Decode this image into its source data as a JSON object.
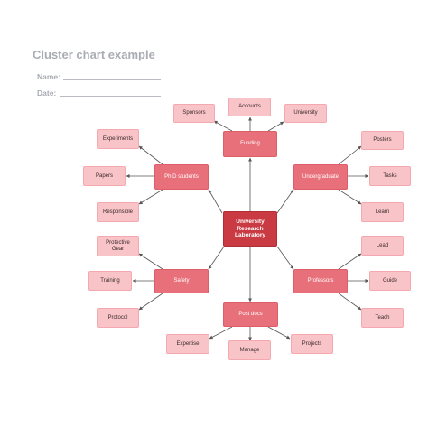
{
  "title": "Cluster chart example",
  "fields": {
    "name_label": "Name:",
    "date_label": "Date:"
  },
  "colors": {
    "center": "#c93a43",
    "hub": "#e8707a",
    "leaf": "#f9c4c8",
    "line": "#555555"
  },
  "center": {
    "lines": [
      "University",
      "Research",
      "Laboratory"
    ]
  },
  "hubs": {
    "funding": "Funding",
    "phd": "Ph.D students",
    "undergrad": "Undergraduate",
    "safety": "Safety",
    "professors": "Professors",
    "postdocs": "Post docs"
  },
  "leaves": {
    "sponsors": "Sponsors",
    "accounts": "Accounts",
    "university": "University",
    "experiments": "Experiments",
    "papers": "Papers",
    "responsible": "Responsible",
    "posters": "Posters",
    "tasks": "Tasks",
    "learn": "Learn",
    "protective_gear": [
      "Protective",
      "Gear"
    ],
    "training": "Training",
    "protocol": "Protocol",
    "lead": "Lead",
    "guide": "Guide",
    "teach": "Teach",
    "expertise": "Expertise",
    "manage": "Manage",
    "projects": "Projects"
  }
}
